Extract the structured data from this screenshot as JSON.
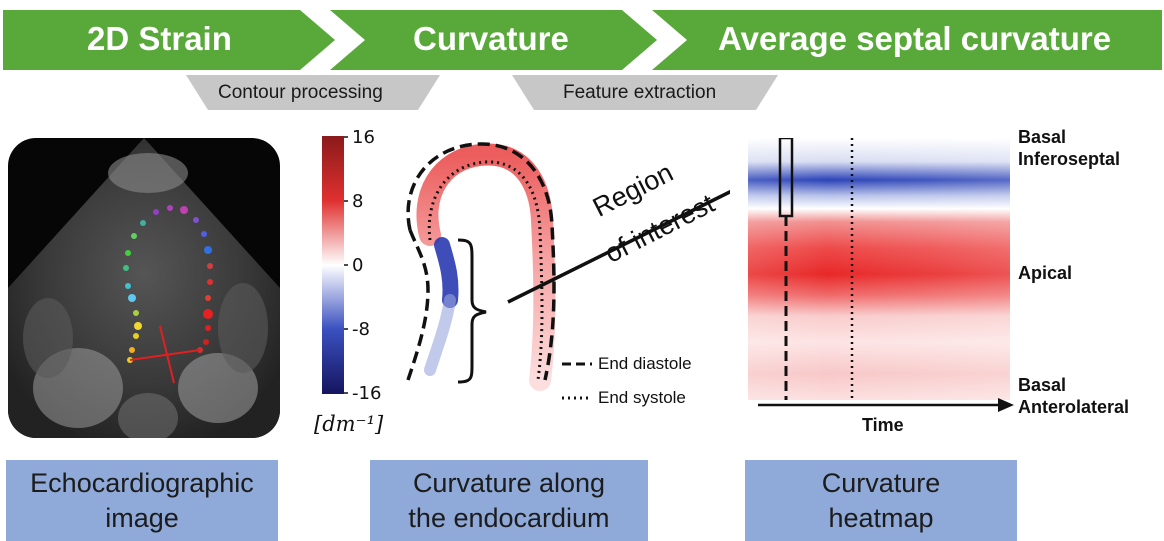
{
  "pipeline": {
    "stages": [
      "2D Strain",
      "Curvature",
      "Average septal curvature"
    ],
    "steps": [
      "Contour processing",
      "Feature extraction"
    ],
    "colors": {
      "stage_green": "#58a83a",
      "step_gray": "#c7c7c7"
    }
  },
  "colorbar": {
    "ticks": [
      "16",
      "8",
      "0",
      "-8",
      "-16"
    ],
    "unit": "[dm⁻¹]",
    "colors": {
      "high": "#8b1a1a",
      "mid": "#ffffff",
      "low": "#15155e"
    }
  },
  "contour": {
    "roi_label_line1": "Region",
    "roi_label_line2": "of interest",
    "legend": [
      "End diastole",
      "End systole"
    ]
  },
  "heatmap": {
    "labels": {
      "top_line1": "Basal",
      "top_line2": "Inferoseptal",
      "middle": "Apical",
      "bottom_line1": "Basal",
      "bottom_line2": "Anterolateral",
      "x_axis": "Time"
    }
  },
  "captions": {
    "left": [
      "Echocardiographic",
      "image"
    ],
    "middle": [
      "Curvature along",
      "the endocardium"
    ],
    "right": [
      "Curvature",
      "heatmap"
    ]
  }
}
